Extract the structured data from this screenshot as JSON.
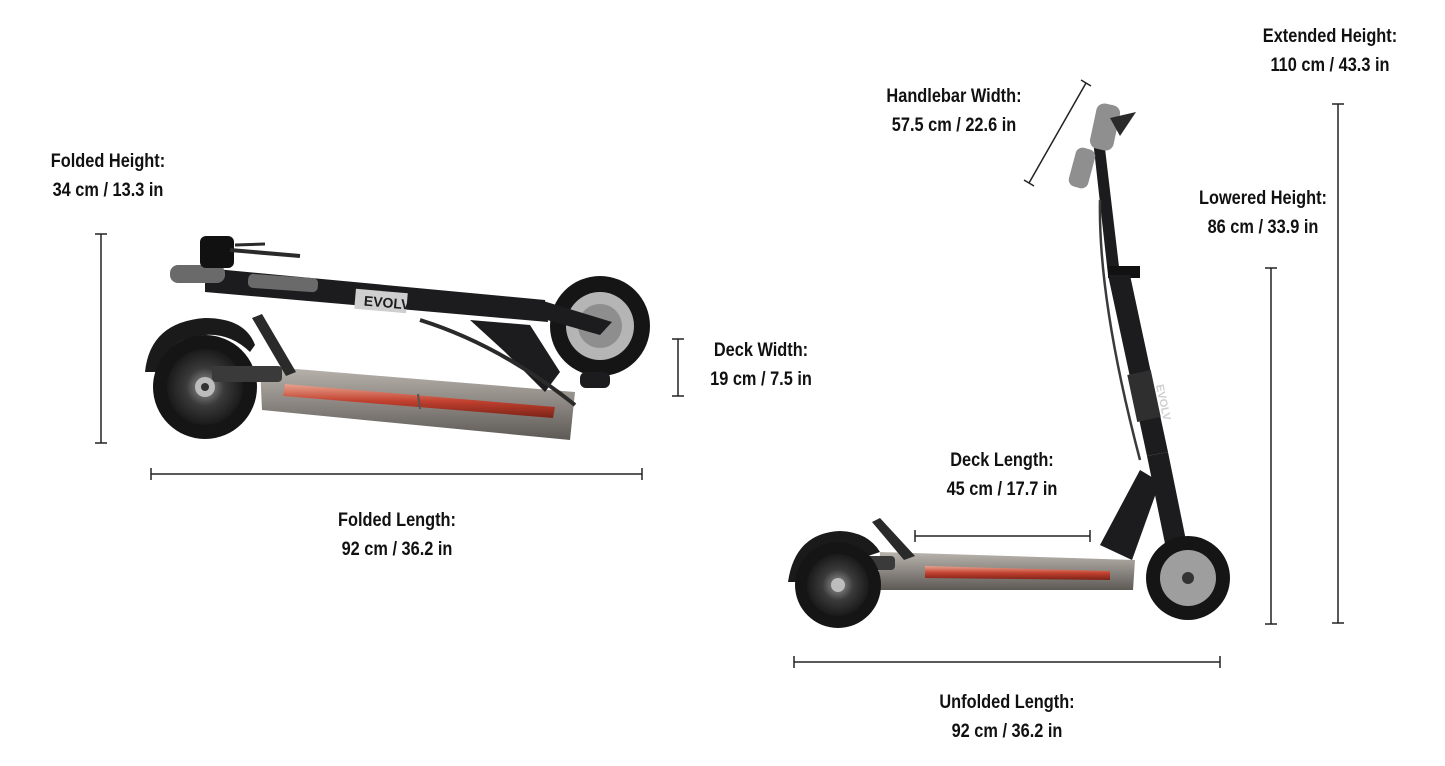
{
  "dimensions": {
    "folded_height": {
      "label": "Folded Height:",
      "value": "34 cm / 13.3 in"
    },
    "folded_length": {
      "label": "Folded Length:",
      "value": "92 cm / 36.2 in"
    },
    "deck_width": {
      "label": "Deck Width:",
      "value": "19 cm / 7.5 in"
    },
    "handlebar_width": {
      "label": "Handlebar Width:",
      "value": "57.5  cm / 22.6 in"
    },
    "extended_height": {
      "label": "Extended Height:",
      "value": "110  cm / 43.3 in"
    },
    "lowered_height": {
      "label": "Lowered Height:",
      "value": "86  cm / 33.9 in"
    },
    "deck_length": {
      "label": "Deck Length:",
      "value": "45 cm / 17.7 in"
    },
    "unfolded_length": {
      "label": "Unfolded Length:",
      "value": "92 cm / 36.2 in"
    }
  },
  "brand": {
    "logo_text": "EVOLV"
  },
  "colors": {
    "frame": "#1c1c1e",
    "deck": "#8a8580",
    "light_strip": "#c2412f",
    "tire": "#141414",
    "dimension_line": "#222222"
  }
}
